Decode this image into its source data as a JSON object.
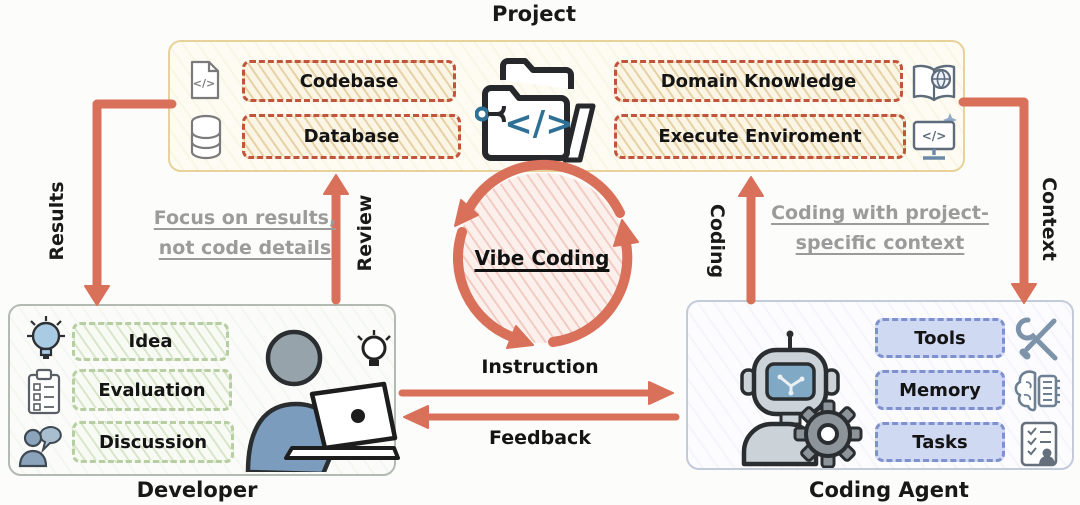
{
  "project": {
    "title": "Project",
    "items": [
      {
        "label": "Codebase",
        "icon": "code-file-icon"
      },
      {
        "label": "Database",
        "icon": "database-icon"
      },
      {
        "label": "Domain Knowledge",
        "icon": "book-globe-icon"
      },
      {
        "label": "Execute Enviroment",
        "icon": "monitor-code-icon"
      }
    ],
    "center_icon": "folder-code-icon"
  },
  "developer": {
    "title": "Developer",
    "items": [
      {
        "label": "Idea",
        "icon": "lightbulb-icon"
      },
      {
        "label": "Evaluation",
        "icon": "clipboard-icon"
      },
      {
        "label": "Discussion",
        "icon": "discussion-icon"
      }
    ],
    "figure_icon": "developer-at-laptop-icon"
  },
  "coding_agent": {
    "title": "Coding Agent",
    "items": [
      {
        "label": "Tools",
        "icon": "tools-icon"
      },
      {
        "label": "Memory",
        "icon": "brain-chip-icon"
      },
      {
        "label": "Tasks",
        "icon": "task-list-icon"
      }
    ],
    "figure_icon": "robot-gear-icon"
  },
  "cycle": {
    "label": "Vibe Coding"
  },
  "arrows": {
    "results": "Results",
    "review": "Review",
    "coding": "Coding",
    "context": "Context",
    "instruction": "Instruction",
    "feedback": "Feedback"
  },
  "notes": {
    "developer_side": [
      "Focus on results,",
      "not code details"
    ],
    "agent_side": [
      "Coding with project-",
      "specific context"
    ]
  },
  "glyphs": {
    "code": "</>"
  },
  "colors": {
    "arrow": "#D9705A",
    "orange_dash": "#C2543C",
    "green_dash": "#B7CDA2",
    "blue_fill": "#CFD9F2",
    "blue_dash": "#7F90CF",
    "project_border": "#E7D299",
    "note_gray": "#9B9B9B",
    "code_blue": "#2F7096"
  }
}
